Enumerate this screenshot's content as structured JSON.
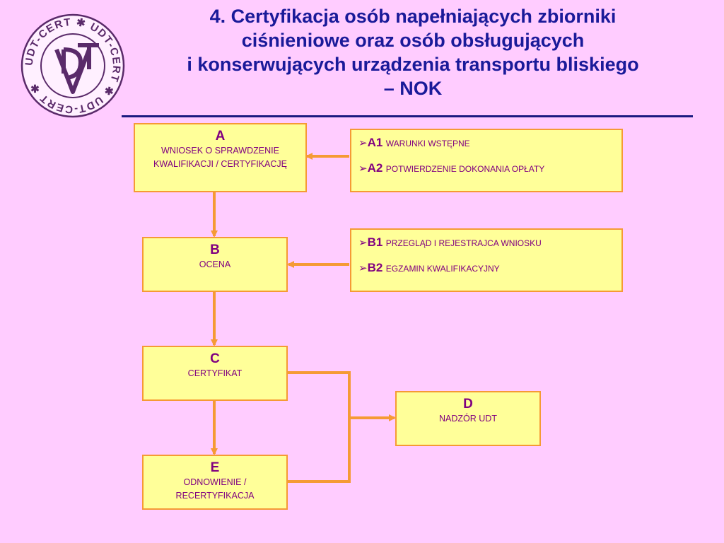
{
  "logo": {
    "ring_text": "UDT-CERT ✱ UDT-CERT ✱ UDT-CERT ✱",
    "icon": "udt-cert-logo-icon"
  },
  "title": {
    "line1": "4. Certyfikacja osób napełniających zbiorniki",
    "line2": "ciśnieniowe oraz osób obsługujących",
    "line3": "i konserwujących urządzenia transportu bliskiego",
    "line4": "– NOK"
  },
  "colors": {
    "background": "#ffccff",
    "box_fill": "#ffff99",
    "box_border": "#f59a35",
    "connector": "#f59a35",
    "box_text": "#800080",
    "title_text": "#1a1a99"
  },
  "diagram": {
    "A": {
      "letter": "A",
      "desc": "WNIOSEK O SPRAWDZENIE KWALIFIKACJI / CERTYFIKACJĘ"
    },
    "B": {
      "letter": "B",
      "desc": "OCENA"
    },
    "C": {
      "letter": "C",
      "desc": "CERTYFIKAT"
    },
    "D": {
      "letter": "D",
      "desc": "NADZÓR UDT"
    },
    "E": {
      "letter": "E",
      "desc": "ODNOWIENIE / RECERTYFIKACJA"
    },
    "groupA": [
      {
        "code": "A1",
        "text": "WARUNKI WSTĘPNE"
      },
      {
        "code": "A2",
        "text": "POTWIERDZENIE DOKONANIA OPŁATY"
      }
    ],
    "groupB": [
      {
        "code": "B1",
        "text": "PRZEGLĄD I REJESTRAJCA WNIOSKU"
      },
      {
        "code": "B2",
        "text": "EGZAMIN KWALIFIKACYJNY"
      }
    ],
    "bullet": "➢"
  }
}
